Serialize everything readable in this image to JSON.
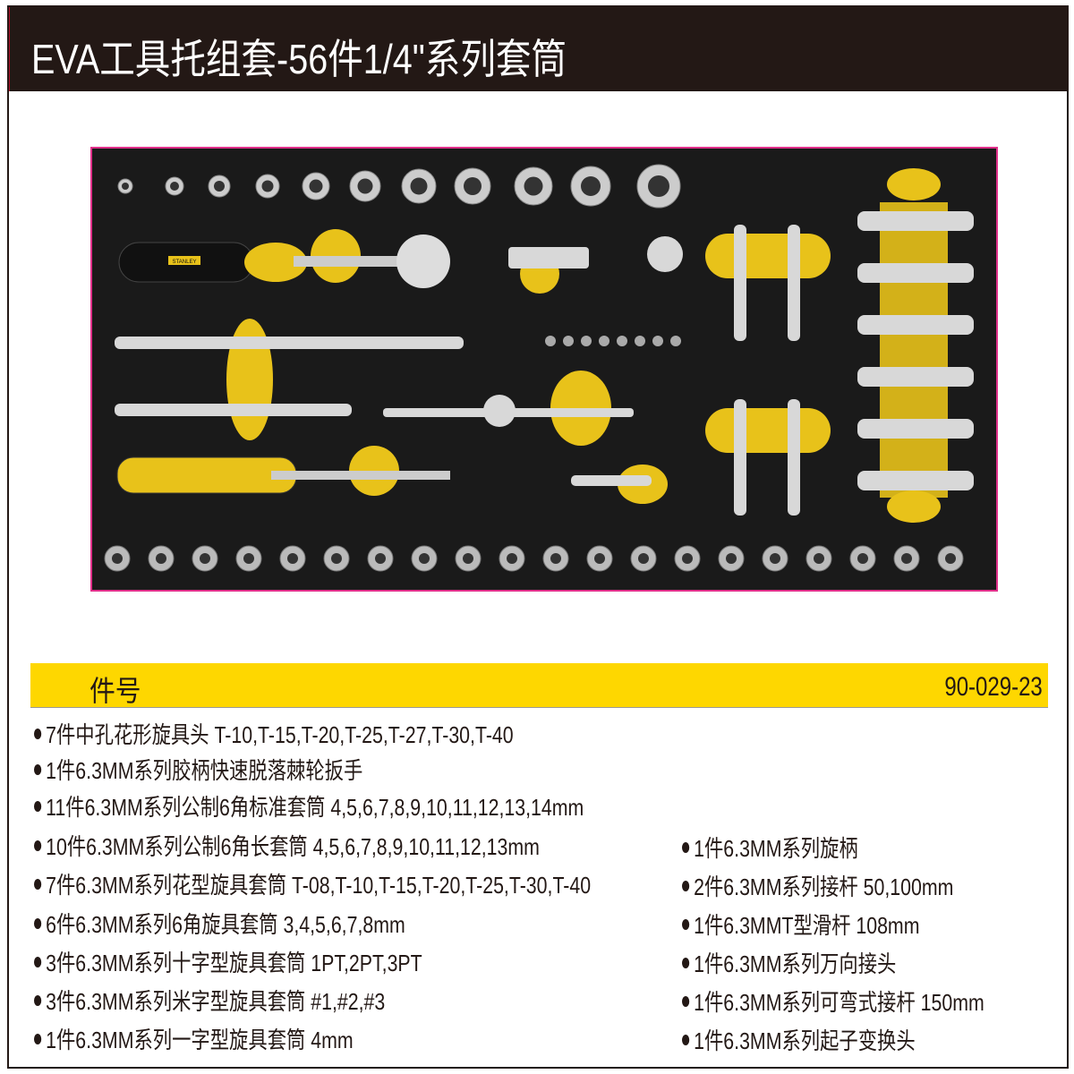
{
  "header": {
    "title": "EVA工具托组套-56件1/4\"系列套筒"
  },
  "photo": {
    "logo_text": "STANLEY",
    "colors": {
      "foam": "#1a1a1a",
      "accent": "#e8c21a",
      "border": "#e0308a"
    }
  },
  "band": {
    "label": "件号",
    "code": "90-029-23",
    "color": "#fed700"
  },
  "left_items": [
    "7件中孔花形旋具头 T-10,T-15,T-20,T-25,T-27,T-30,T-40",
    "1件6.3MM系列胶柄快速脱落棘轮扳手",
    "11件6.3MM系列公制6角标准套筒 4,5,6,7,8,9,10,11,12,13,14mm",
    "10件6.3MM系列公制6角长套筒 4,5,6,7,8,9,10,11,12,13mm",
    "7件6.3MM系列花型旋具套筒 T-08,T-10,T-15,T-20,T-25,T-30,T-40",
    "6件6.3MM系列6角旋具套筒 3,4,5,6,7,8mm",
    "3件6.3MM系列十字型旋具套筒 1PT,2PT,3PT",
    "3件6.3MM系列米字型旋具套筒 #1,#2,#3",
    "1件6.3MM系列一字型旋具套筒 4mm"
  ],
  "right_items": [
    "1件6.3MM系列旋柄",
    "2件6.3MM系列接杆 50,100mm",
    "1件6.3MMT型滑杆 108mm",
    "1件6.3MM系列万向接头",
    "1件6.3MM系列可弯式接杆 150mm",
    "1件6.3MM系列起子变换头"
  ]
}
